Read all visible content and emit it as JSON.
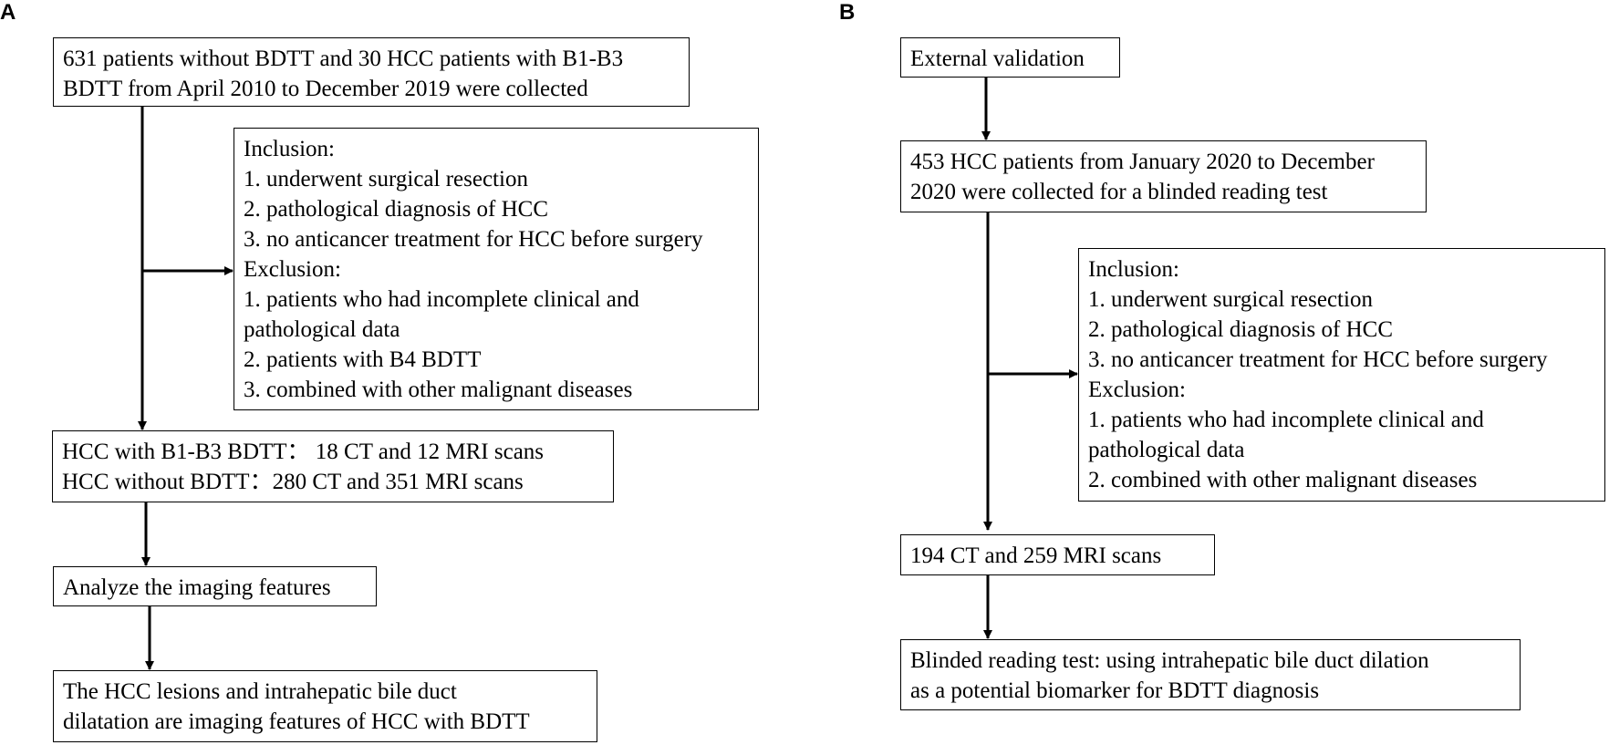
{
  "panels": {
    "a": {
      "label": "A",
      "collection": [
        "631 patients without BDTT and 30 HCC patients with B1-B3",
        "BDTT from April 2010 to December 2019  were collected"
      ],
      "criteria": [
        "Inclusion:",
        "1. underwent surgical resection",
        "2. pathological diagnosis of HCC",
        "3. no anticancer treatment for HCC before surgery",
        "Exclusion:",
        "1. patients who had incomplete clinical and",
        "pathological data",
        "2. patients with B4 BDTT",
        "3. combined with other malignant diseases"
      ],
      "groups": [
        "HCC with B1-B3 BDTT：  18 CT and 12 MRI scans",
        "HCC without BDTT：280 CT and 351 MRI scans"
      ],
      "analyze": [
        "Analyze the imaging features"
      ],
      "conclusion": [
        "The HCC lesions and intrahepatic bile duct",
        "dilatation are imaging features of HCC with BDTT"
      ]
    },
    "b": {
      "label": "B",
      "external": [
        "External validation"
      ],
      "collection": [
        "453 HCC patients from January 2020 to December",
        "2020 were collected for a blinded reading test"
      ],
      "criteria": [
        "Inclusion:",
        "1. underwent surgical resection",
        "2. pathological diagnosis of HCC",
        "3. no anticancer treatment for HCC before surgery",
        "Exclusion:",
        "1. patients who had incomplete clinical and",
        "pathological data",
        "2. combined with other malignant diseases"
      ],
      "scans": [
        "194 CT and 259 MRI scans"
      ],
      "reading_test": [
        "Blinded reading test: using intrahepatic bile duct dilation",
        "as a potential biomarker for BDTT diagnosis"
      ]
    }
  }
}
